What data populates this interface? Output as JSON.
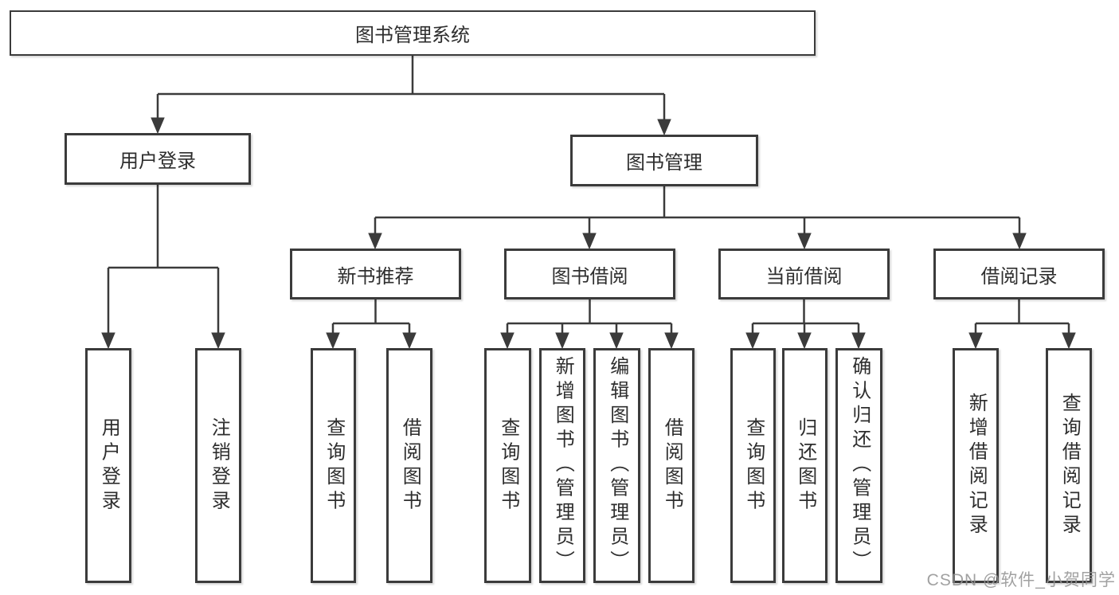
{
  "tree": {
    "root": "图书管理系统",
    "level2": [
      {
        "label": "用户登录",
        "children": [
          "用户登录",
          "注销登录"
        ]
      },
      {
        "label": "图书管理",
        "children": [
          {
            "label": "新书推荐",
            "children": [
              "查询图书",
              "借阅图书"
            ]
          },
          {
            "label": "图书借阅",
            "children": [
              "查询图书",
              "新增图书（管理员）",
              "编辑图书（管理员）",
              "借阅图书"
            ]
          },
          {
            "label": "当前借阅",
            "children": [
              "查询图书",
              "归还图书",
              "确认归还（管理员）"
            ]
          },
          {
            "label": "借阅记录",
            "children": [
              "新增借阅记录",
              "查询借阅记录"
            ]
          }
        ]
      }
    ]
  },
  "watermark": "CSDN @软件_小贺同学",
  "colors": {
    "line": "#3b3b3b",
    "text": "#2e2e2e",
    "background": "#ffffff",
    "watermark": "#949494"
  }
}
